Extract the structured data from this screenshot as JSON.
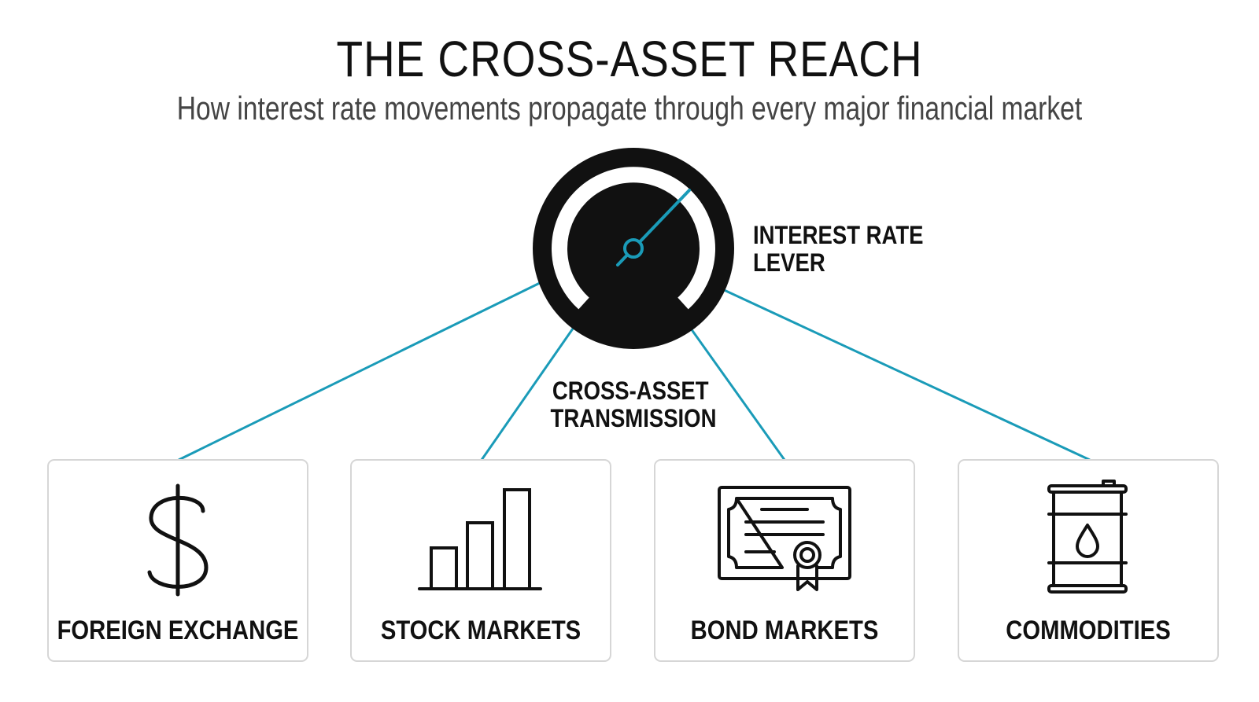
{
  "header": {
    "title": "THE CROSS-ASSET REACH",
    "subtitle": "How interest rate movements propagate through every major financial market"
  },
  "hub": {
    "icon": "gauge-icon",
    "label_lines": [
      "INTEREST RATE",
      "LEVER"
    ]
  },
  "transmission": {
    "label_lines": [
      "CROSS-ASSET",
      "TRANSMISSION"
    ]
  },
  "markets": [
    {
      "label": "FOREIGN EXCHANGE",
      "icon": "dollar-sign-icon"
    },
    {
      "label": "STOCK MARKETS",
      "icon": "bar-chart-icon"
    },
    {
      "label": "BOND MARKETS",
      "icon": "certificate-icon"
    },
    {
      "label": "COMMODITIES",
      "icon": "oil-barrel-icon"
    }
  ],
  "colors": {
    "accent": "#1a9bb8",
    "ink": "#111111",
    "card_border": "#d6d6d6",
    "subtitle": "#444444"
  }
}
